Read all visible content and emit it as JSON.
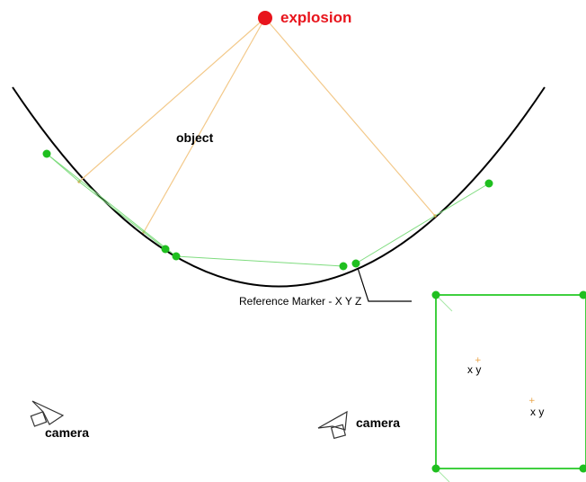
{
  "labels": {
    "explosion": "explosion",
    "object": "object",
    "reference_marker": "Reference  Marker - X Y Z",
    "camera_left": "camera",
    "camera_right": "camera",
    "image_point_1": "x y",
    "image_point_2": "x y"
  },
  "colors": {
    "explosion": "#e8141c",
    "marker": "#1fbf1f",
    "ray": "#f3c98a",
    "link": "#7fdc7f",
    "frame": "#3fcf3f",
    "curve": "#000000",
    "camera": "#333333"
  },
  "icons": {
    "explosion": "red-dot",
    "markers": "green-dot",
    "cameras": "camera-icon"
  }
}
